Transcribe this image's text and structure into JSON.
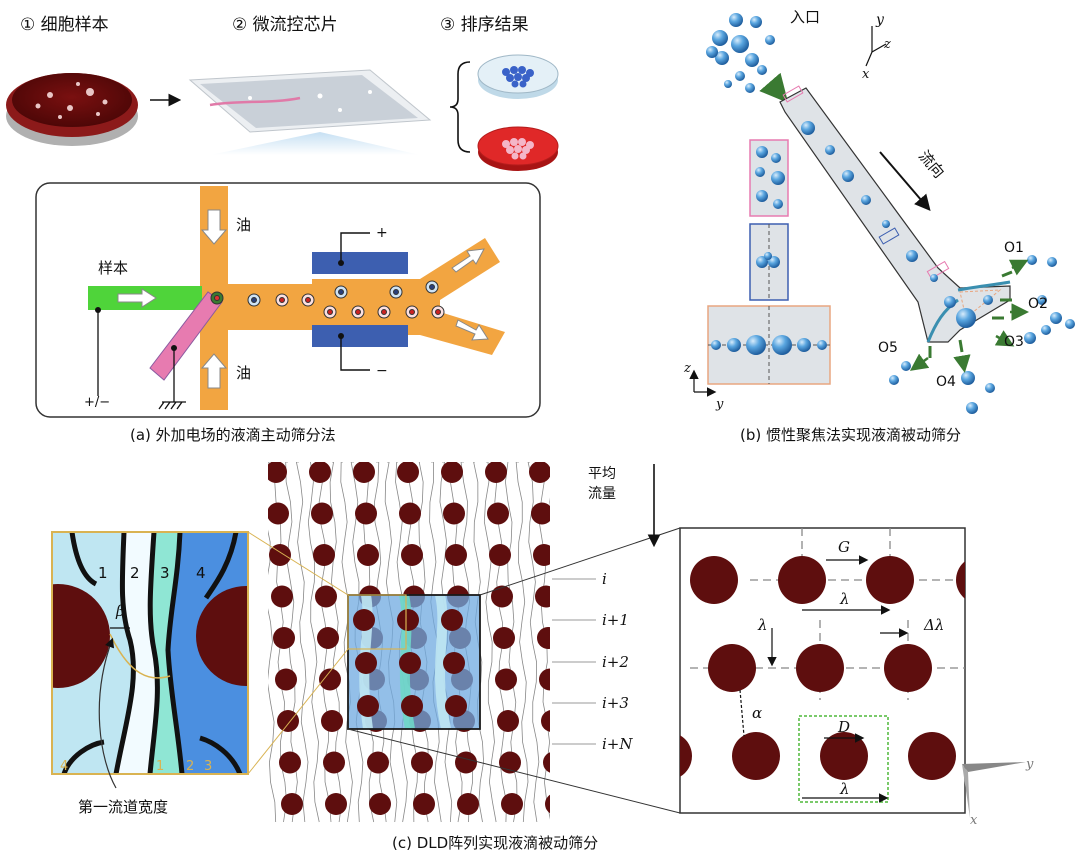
{
  "panel_a": {
    "step1": "① 细胞样本",
    "step2": "② 微流控芯片",
    "step3": "③ 排序结果",
    "oil_top": "油",
    "oil_bottom": "油",
    "sample": "样本",
    "plus": "+",
    "minus": "−",
    "plus_minus": "+/−",
    "caption": "(a) 外加电场的液滴主动筛分法"
  },
  "panel_b": {
    "inlet": "入口",
    "flow_dir": "流向",
    "outlets": [
      "O1",
      "O2",
      "O3",
      "O4",
      "O5"
    ],
    "axis_y": "y",
    "axis_z": "z",
    "axis_x": "x",
    "section_axis_z": "z",
    "section_axis_y": "y",
    "caption": "(b) 惯性聚焦法实现液滴被动筛分"
  },
  "panel_c": {
    "stream_numbers": [
      "1",
      "2",
      "3",
      "4"
    ],
    "bottom_numbers": [
      "4",
      "1",
      "2",
      "3"
    ],
    "beta": "β",
    "first_stream_width": "第一流道宽度",
    "avg_flow_line1": "平均",
    "avg_flow_line2": "流量",
    "row_labels": [
      "i",
      "i+1",
      "i+2",
      "i+3",
      "i+N"
    ],
    "gap": "G",
    "lambda_top": "λ",
    "lambda_side": "λ",
    "lambda_bottom": "λ",
    "delta_lambda": "Δλ",
    "alpha": "α",
    "diameter": "D",
    "axis_y": "y",
    "axis_x": "x",
    "caption": "(c) DLD阵列实现液滴被动筛分"
  },
  "colors": {
    "dish_red": "#8c1a1a",
    "channel_orange": "#f2a541",
    "sample_green": "#4fd43a",
    "electrode_blue": "#3d5fb0",
    "post_maroon": "#5e0e0e",
    "droplet_blue": "#4a9ad8",
    "chip_grey": "#d9dde2",
    "stream_light": "#bfe6f2",
    "stream_cyan": "#6fd6c6",
    "stream_blue": "#4b8fe0",
    "frame_gold": "#d9b352",
    "dld_box": "#4aa3d8",
    "arrow_green": "#3a7a32"
  }
}
